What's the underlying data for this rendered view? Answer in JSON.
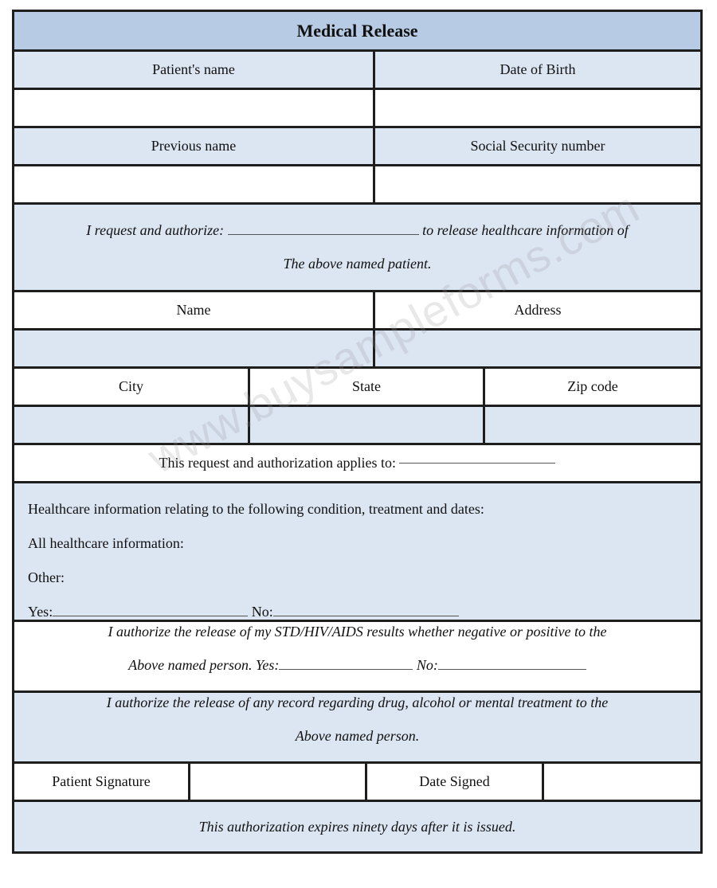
{
  "title": "Medical Release",
  "fields": {
    "patients_name": "Patient's name",
    "date_of_birth": "Date of Birth",
    "previous_name": "Previous name",
    "ssn": "Social Security number"
  },
  "authorize": {
    "line1_before": "I request and authorize:",
    "line1_after": "to release healthcare information of",
    "line2": "The above named patient."
  },
  "recipient": {
    "name": "Name",
    "address": "Address",
    "city": "City",
    "state": "State",
    "zip": "Zip code"
  },
  "applies_to": "This request and authorization applies to:",
  "healthcare": {
    "line1": "Healthcare information relating to the following condition, treatment and dates:",
    "line2": "All healthcare information:",
    "line3": "Other:",
    "yes": "Yes:",
    "no": "No:"
  },
  "std": {
    "line1": "I authorize the release of my STD/HIV/AIDS results whether negative or positive to the",
    "line2_prefix": "Above named person. Yes:",
    "no": "No:"
  },
  "drug": {
    "line1": "I authorize the release of any record regarding drug, alcohol or mental treatment to the",
    "line2": "Above named person."
  },
  "signature": {
    "patient_signature": "Patient Signature",
    "date_signed": "Date Signed"
  },
  "footer": "This authorization expires ninety days after it is issued.",
  "watermark": "www.buysampleforms.com"
}
